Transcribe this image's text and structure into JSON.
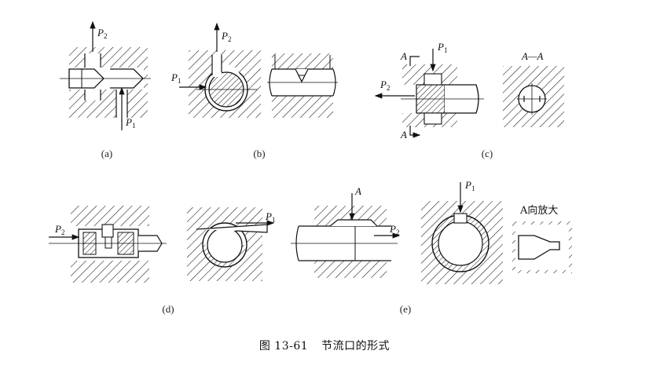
{
  "figure": {
    "caption_number": "图 13-61",
    "caption_title": "节流口的形式"
  },
  "panels": {
    "a": {
      "label": "(a)",
      "p_top": "P2",
      "p_bottom": "P1"
    },
    "b": {
      "label": "(b)",
      "p_in": "P1",
      "p_out": "P2"
    },
    "c": {
      "label": "(c)",
      "p_in": "P1",
      "p_out": "P2",
      "section_mark": "A",
      "section_title": "A—A"
    },
    "d": {
      "label": "(d)",
      "p_in": "P1",
      "p_out": "P2"
    },
    "e": {
      "label": "(e)",
      "p_in": "P1",
      "p_out": "P2",
      "view_mark": "A",
      "detail_title": "A向放大"
    }
  }
}
